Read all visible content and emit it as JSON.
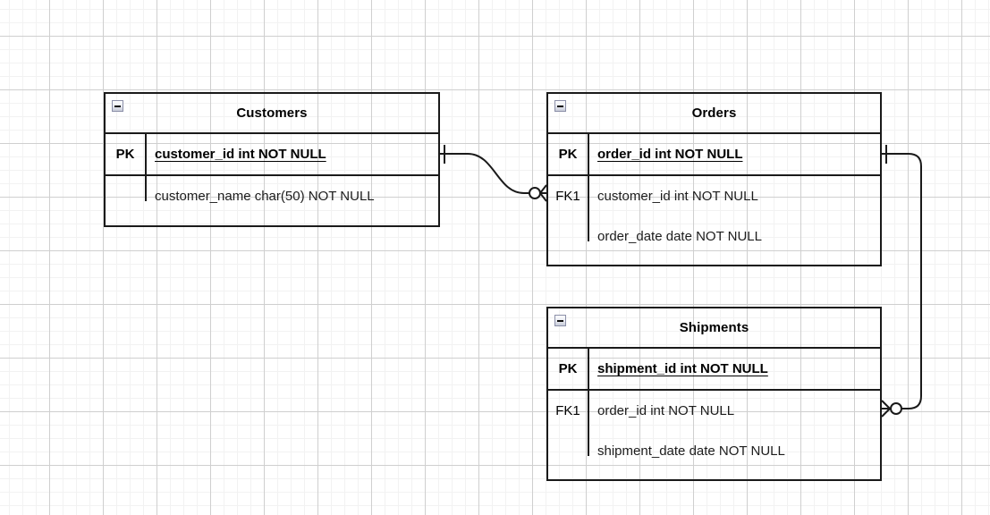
{
  "diagram": {
    "type": "entity-relationship-diagram",
    "notation": "crows-foot",
    "background": "#ffffff",
    "grid_color": "#cfcfcf",
    "line_color": "#1a1a1a"
  },
  "entities": [
    {
      "id": "customers",
      "name": "Customers",
      "collapse_icon": "minus-box-icon",
      "primary_keys": [
        {
          "key": "PK",
          "field": "customer_id int NOT NULL"
        }
      ],
      "attributes": [
        {
          "key": "",
          "field": "customer_name char(50) NOT NULL"
        }
      ]
    },
    {
      "id": "orders",
      "name": "Orders",
      "collapse_icon": "minus-box-icon",
      "primary_keys": [
        {
          "key": "PK",
          "field": "order_id int NOT NULL"
        }
      ],
      "attributes": [
        {
          "key": "FK1",
          "field": "customer_id int NOT NULL"
        },
        {
          "key": "",
          "field": "order_date date NOT NULL"
        }
      ]
    },
    {
      "id": "shipments",
      "name": "Shipments",
      "collapse_icon": "minus-box-icon",
      "primary_keys": [
        {
          "key": "PK",
          "field": "shipment_id int NOT NULL"
        }
      ],
      "attributes": [
        {
          "key": "FK1",
          "field": "order_id int NOT NULL"
        },
        {
          "key": "",
          "field": "shipment_date date NOT NULL"
        }
      ]
    }
  ],
  "relationships": [
    {
      "id": "customers-orders",
      "from": "Customers",
      "to": "Orders",
      "from_cardinality": "one",
      "to_cardinality": "zero-or-many"
    },
    {
      "id": "orders-shipments",
      "from": "Orders",
      "to": "Shipments",
      "from_cardinality": "one",
      "to_cardinality": "zero-or-many"
    }
  ]
}
